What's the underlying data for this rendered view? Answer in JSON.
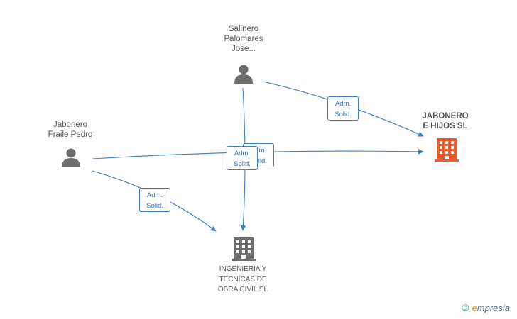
{
  "nodes": {
    "salinero": {
      "lines": [
        "Salinero",
        "Palomares",
        "Jose..."
      ]
    },
    "jabonero_fraile": {
      "lines": [
        "Jabonero",
        "Fraile Pedro"
      ]
    },
    "jabonero_hijos": {
      "lines": [
        "JABONERO",
        "E HIJOS SL"
      ]
    },
    "ingenieria": {
      "lines": [
        "INGENIERIA Y",
        "TECNICAS DE",
        "OBRA CIVIL  SL"
      ]
    }
  },
  "edges": {
    "badge1": [
      "Adm.",
      "Solid."
    ],
    "badge2": [
      "Adm.",
      "Solid."
    ],
    "badge3": [
      "Adm.",
      "Solid."
    ],
    "badge4": [
      "Adm.",
      "Solid."
    ]
  },
  "brand": {
    "copyright": "©",
    "e": "e",
    "rest": "mpresia"
  },
  "colors": {
    "person_icon": "#6d6d6d",
    "company_highlight": "#f05a28",
    "company_default": "#6d6d6d",
    "edge": "#3b7fc4"
  }
}
